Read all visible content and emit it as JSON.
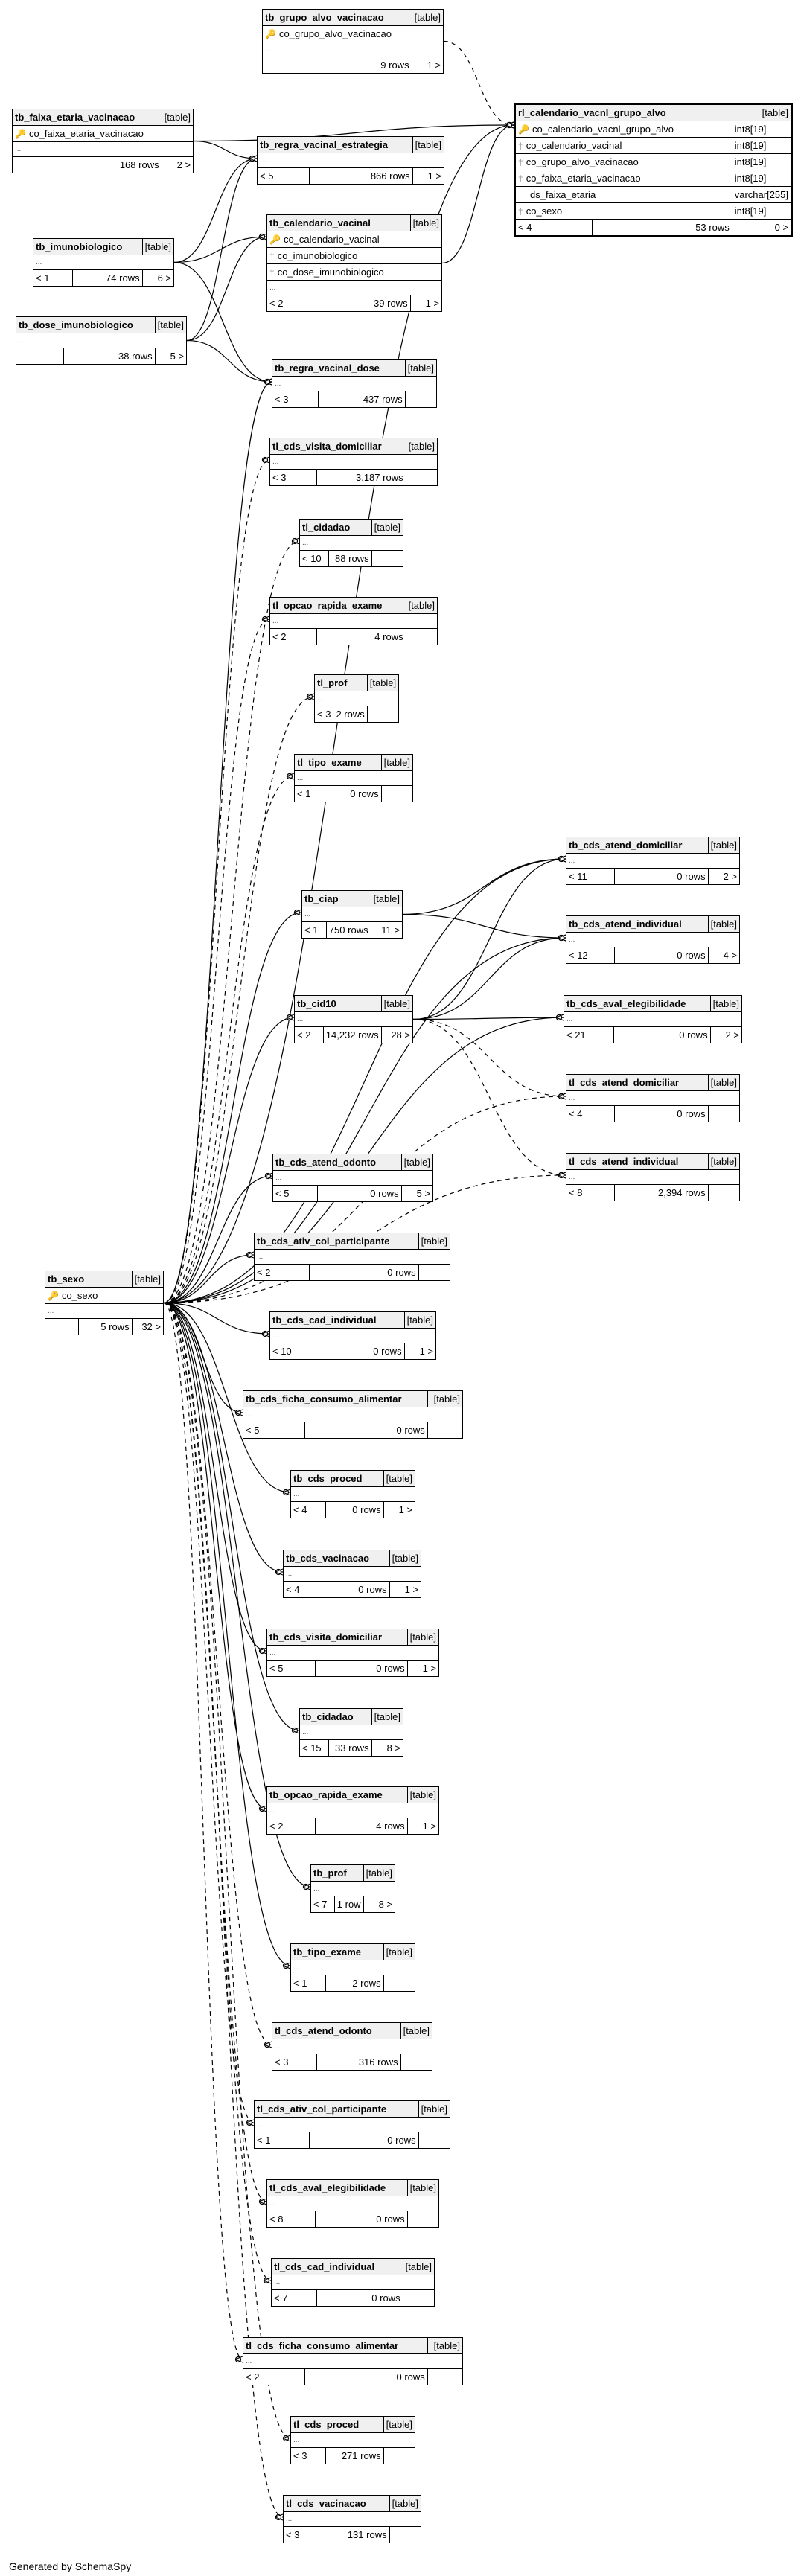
{
  "footer": "Generated by SchemaSpy",
  "type_label": "[table]",
  "tables": [
    {
      "id": "tb_grupo_alvo_vacinacao",
      "name": "tb_grupo_alvo_vacinacao",
      "columns": [
        {
          "name": "co_grupo_alvo_vacinacao",
          "key": "pk"
        }
      ],
      "dots": true,
      "footer": [
        "",
        "9 rows",
        "1 >"
      ]
    },
    {
      "id": "tb_faixa_etaria_vacinacao",
      "name": "tb_faixa_etaria_vacinacao",
      "columns": [
        {
          "name": "co_faixa_etaria_vacinacao",
          "key": "pk"
        }
      ],
      "dots": true,
      "footer": [
        "",
        "168 rows",
        "2 >"
      ]
    },
    {
      "id": "tb_regra_vacinal_estrategia",
      "name": "tb_regra_vacinal_estrategia",
      "columns": [],
      "dots": true,
      "footer": [
        "< 5",
        "866 rows",
        "1 >"
      ]
    },
    {
      "id": "rl_calendario_vacnl_grupo_alvo",
      "name": "rl_calendario_vacnl_grupo_alvo",
      "main": true,
      "columns": [
        {
          "name": "co_calendario_vacnl_grupo_alvo",
          "key": "pk",
          "type": "int8[19]"
        },
        {
          "name": "co_calendario_vacinal",
          "key": "fk",
          "type": "int8[19]"
        },
        {
          "name": "co_grupo_alvo_vacinacao",
          "key": "fk",
          "type": "int8[19]"
        },
        {
          "name": "co_faixa_etaria_vacinacao",
          "key": "fk",
          "type": "int8[19]"
        },
        {
          "name": "ds_faixa_etaria",
          "key": "",
          "type": "varchar[255]"
        },
        {
          "name": "co_sexo",
          "key": "fk",
          "type": "int8[19]"
        }
      ],
      "dots": false,
      "footer": [
        "< 4",
        "53 rows",
        "0 >"
      ]
    },
    {
      "id": "tb_calendario_vacinal",
      "name": "tb_calendario_vacinal",
      "columns": [
        {
          "name": "co_calendario_vacinal",
          "key": "pk"
        },
        {
          "name": "co_imunobiologico",
          "key": "fk"
        },
        {
          "name": "co_dose_imunobiologico",
          "key": "fk"
        }
      ],
      "dots": true,
      "footer": [
        "< 2",
        "39 rows",
        "1 >"
      ]
    },
    {
      "id": "tb_imunobiologico",
      "name": "tb_imunobiologico",
      "columns": [],
      "dots": true,
      "footer": [
        "< 1",
        "74 rows",
        "6 >"
      ]
    },
    {
      "id": "tb_dose_imunobiologico",
      "name": "tb_dose_imunobiologico",
      "columns": [],
      "dots": true,
      "footer": [
        "",
        "38 rows",
        "5 >"
      ]
    },
    {
      "id": "tb_regra_vacinal_dose",
      "name": "tb_regra_vacinal_dose",
      "columns": [],
      "dots": true,
      "footer": [
        "< 3",
        "437 rows",
        ""
      ]
    },
    {
      "id": "tl_cds_visita_domiciliar",
      "name": "tl_cds_visita_domiciliar",
      "columns": [],
      "dots": true,
      "footer": [
        "< 3",
        "3,187 rows",
        ""
      ]
    },
    {
      "id": "tl_cidadao",
      "name": "tl_cidadao",
      "columns": [],
      "dots": true,
      "footer": [
        "< 10",
        "88 rows",
        ""
      ]
    },
    {
      "id": "tl_opcao_rapida_exame",
      "name": "tl_opcao_rapida_exame",
      "columns": [],
      "dots": true,
      "footer": [
        "< 2",
        "4 rows",
        ""
      ]
    },
    {
      "id": "tl_prof",
      "name": "tl_prof",
      "columns": [],
      "dots": true,
      "footer": [
        "< 3",
        "2 rows",
        ""
      ]
    },
    {
      "id": "tl_tipo_exame",
      "name": "tl_tipo_exame",
      "columns": [],
      "dots": true,
      "footer": [
        "< 1",
        "0 rows",
        ""
      ]
    },
    {
      "id": "tb_cds_atend_domiciliar",
      "name": "tb_cds_atend_domiciliar",
      "columns": [],
      "dots": true,
      "footer": [
        "< 11",
        "0 rows",
        "2 >"
      ]
    },
    {
      "id": "tb_ciap",
      "name": "tb_ciap",
      "columns": [],
      "dots": true,
      "footer": [
        "< 1",
        "750 rows",
        "11 >"
      ]
    },
    {
      "id": "tb_cds_atend_individual",
      "name": "tb_cds_atend_individual",
      "columns": [],
      "dots": true,
      "footer": [
        "< 12",
        "0 rows",
        "4 >"
      ]
    },
    {
      "id": "tb_cid10",
      "name": "tb_cid10",
      "columns": [],
      "dots": true,
      "footer": [
        "< 2",
        "14,232 rows",
        "28 >"
      ]
    },
    {
      "id": "tb_cds_aval_elegibilidade",
      "name": "tb_cds_aval_elegibilidade",
      "columns": [],
      "dots": true,
      "footer": [
        "< 21",
        "0 rows",
        "2 >"
      ]
    },
    {
      "id": "tl_cds_atend_domiciliar",
      "name": "tl_cds_atend_domiciliar",
      "columns": [],
      "dots": true,
      "footer": [
        "< 4",
        "0 rows",
        ""
      ]
    },
    {
      "id": "tl_cds_atend_individual",
      "name": "tl_cds_atend_individual",
      "columns": [],
      "dots": true,
      "footer": [
        "< 8",
        "2,394 rows",
        ""
      ]
    },
    {
      "id": "tb_cds_atend_odonto",
      "name": "tb_cds_atend_odonto",
      "columns": [],
      "dots": true,
      "footer": [
        "< 5",
        "0 rows",
        "5 >"
      ]
    },
    {
      "id": "tb_cds_ativ_col_participante",
      "name": "tb_cds_ativ_col_participante",
      "columns": [],
      "dots": true,
      "footer": [
        "< 2",
        "0 rows",
        ""
      ]
    },
    {
      "id": "tb_sexo",
      "name": "tb_sexo",
      "columns": [
        {
          "name": "co_sexo",
          "key": "pk"
        }
      ],
      "dots": true,
      "footer": [
        "",
        "5 rows",
        "32 >"
      ]
    },
    {
      "id": "tb_cds_cad_individual",
      "name": "tb_cds_cad_individual",
      "columns": [],
      "dots": true,
      "footer": [
        "< 10",
        "0 rows",
        "1 >"
      ]
    },
    {
      "id": "tb_cds_ficha_consumo_alimentar",
      "name": "tb_cds_ficha_consumo_alimentar",
      "columns": [],
      "dots": true,
      "footer": [
        "< 5",
        "0 rows",
        ""
      ]
    },
    {
      "id": "tb_cds_proced",
      "name": "tb_cds_proced",
      "columns": [],
      "dots": true,
      "footer": [
        "< 4",
        "0 rows",
        "1 >"
      ]
    },
    {
      "id": "tb_cds_vacinacao",
      "name": "tb_cds_vacinacao",
      "columns": [],
      "dots": true,
      "footer": [
        "< 4",
        "0 rows",
        "1 >"
      ]
    },
    {
      "id": "tb_cds_visita_domiciliar",
      "name": "tb_cds_visita_domiciliar",
      "columns": [],
      "dots": true,
      "footer": [
        "< 5",
        "0 rows",
        "1 >"
      ]
    },
    {
      "id": "tb_cidadao",
      "name": "tb_cidadao",
      "columns": [],
      "dots": true,
      "footer": [
        "< 15",
        "33 rows",
        "8 >"
      ]
    },
    {
      "id": "tb_opcao_rapida_exame",
      "name": "tb_opcao_rapida_exame",
      "columns": [],
      "dots": true,
      "footer": [
        "< 2",
        "4 rows",
        "1 >"
      ]
    },
    {
      "id": "tb_prof",
      "name": "tb_prof",
      "columns": [],
      "dots": true,
      "footer": [
        "< 7",
        "1 row",
        "8 >"
      ]
    },
    {
      "id": "tb_tipo_exame",
      "name": "tb_tipo_exame",
      "columns": [],
      "dots": true,
      "footer": [
        "< 1",
        "2 rows",
        ""
      ]
    },
    {
      "id": "tl_cds_atend_odonto",
      "name": "tl_cds_atend_odonto",
      "columns": [],
      "dots": true,
      "footer": [
        "< 3",
        "316 rows",
        ""
      ]
    },
    {
      "id": "tl_cds_ativ_col_participante",
      "name": "tl_cds_ativ_col_participante",
      "columns": [],
      "dots": true,
      "footer": [
        "< 1",
        "0 rows",
        ""
      ]
    },
    {
      "id": "tl_cds_aval_elegibilidade",
      "name": "tl_cds_aval_elegibilidade",
      "columns": [],
      "dots": true,
      "footer": [
        "< 8",
        "0 rows",
        ""
      ]
    },
    {
      "id": "tl_cds_cad_individual",
      "name": "tl_cds_cad_individual",
      "columns": [],
      "dots": true,
      "footer": [
        "< 7",
        "0 rows",
        ""
      ]
    },
    {
      "id": "tl_cds_ficha_consumo_alimentar",
      "name": "tl_cds_ficha_consumo_alimentar",
      "columns": [],
      "dots": true,
      "footer": [
        "< 2",
        "0 rows",
        ""
      ]
    },
    {
      "id": "tl_cds_proced",
      "name": "tl_cds_proced",
      "columns": [],
      "dots": true,
      "footer": [
        "< 3",
        "271 rows",
        ""
      ]
    },
    {
      "id": "tl_cds_vacinacao",
      "name": "tl_cds_vacinacao",
      "columns": [],
      "dots": true,
      "footer": [
        "< 3",
        "131 rows",
        ""
      ]
    }
  ],
  "relations": [
    {
      "from": "tb_grupo_alvo_vacinacao",
      "to": "rl_calendario_vacnl_grupo_alvo",
      "style": "dashed"
    },
    {
      "from": "tb_faixa_etaria_vacinacao",
      "to": "rl_calendario_vacnl_grupo_alvo",
      "style": "solid"
    },
    {
      "from": "tb_faixa_etaria_vacinacao",
      "to": "tb_regra_vacinal_estrategia",
      "style": "solid"
    },
    {
      "from": "tb_calendario_vacinal",
      "to": "rl_calendario_vacnl_grupo_alvo",
      "style": "solid"
    },
    {
      "from": "tb_imunobiologico",
      "to": "tb_calendario_vacinal",
      "style": "solid"
    },
    {
      "from": "tb_imunobiologico",
      "to": "tb_regra_vacinal_estrategia",
      "style": "solid"
    },
    {
      "from": "tb_imunobiologico",
      "to": "tb_regra_vacinal_dose",
      "style": "solid"
    },
    {
      "from": "tb_dose_imunobiologico",
      "to": "tb_calendario_vacinal",
      "style": "solid"
    },
    {
      "from": "tb_dose_imunobiologico",
      "to": "tb_regra_vacinal_dose",
      "style": "solid"
    },
    {
      "from": "tb_dose_imunobiologico",
      "to": "tb_regra_vacinal_estrategia",
      "style": "solid"
    },
    {
      "from": "tb_sexo",
      "to": "rl_calendario_vacnl_grupo_alvo",
      "style": "solid"
    },
    {
      "from": "tb_sexo",
      "to": "tb_regra_vacinal_dose",
      "style": "solid"
    },
    {
      "from": "tb_sexo",
      "to": "tl_cds_visita_domiciliar",
      "style": "dashed"
    },
    {
      "from": "tb_sexo",
      "to": "tl_cidadao",
      "style": "dashed"
    },
    {
      "from": "tb_sexo",
      "to": "tl_opcao_rapida_exame",
      "style": "dashed"
    },
    {
      "from": "tb_sexo",
      "to": "tl_prof",
      "style": "dashed"
    },
    {
      "from": "tb_sexo",
      "to": "tl_tipo_exame",
      "style": "dashed"
    },
    {
      "from": "tb_sexo",
      "to": "tb_cds_atend_domiciliar",
      "style": "solid"
    },
    {
      "from": "tb_sexo",
      "to": "tb_ciap",
      "style": "solid"
    },
    {
      "from": "tb_sexo",
      "to": "tb_cds_atend_individual",
      "style": "solid"
    },
    {
      "from": "tb_sexo",
      "to": "tb_cid10",
      "style": "solid"
    },
    {
      "from": "tb_sexo",
      "to": "tb_cds_aval_elegibilidade",
      "style": "solid"
    },
    {
      "from": "tb_sexo",
      "to": "tl_cds_atend_domiciliar",
      "style": "dashed"
    },
    {
      "from": "tb_sexo",
      "to": "tl_cds_atend_individual",
      "style": "dashed"
    },
    {
      "from": "tb_ciap",
      "to": "tb_cds_atend_domiciliar",
      "style": "solid"
    },
    {
      "from": "tb_ciap",
      "to": "tb_cds_atend_individual",
      "style": "solid"
    },
    {
      "from": "tb_cid10",
      "to": "tb_cds_atend_domiciliar",
      "style": "solid"
    },
    {
      "from": "tb_cid10",
      "to": "tb_cds_atend_individual",
      "style": "solid"
    },
    {
      "from": "tb_cid10",
      "to": "tb_cds_aval_elegibilidade",
      "style": "solid"
    },
    {
      "from": "tb_cid10",
      "to": "tl_cds_atend_domiciliar",
      "style": "dashed"
    },
    {
      "from": "tb_cid10",
      "to": "tl_cds_atend_individual",
      "style": "dashed"
    },
    {
      "from": "tb_sexo",
      "to": "tb_cds_atend_odonto",
      "style": "solid"
    },
    {
      "from": "tb_sexo",
      "to": "tb_cds_ativ_col_participante",
      "style": "solid"
    },
    {
      "from": "tb_sexo",
      "to": "tb_cds_cad_individual",
      "style": "solid"
    },
    {
      "from": "tb_sexo",
      "to": "tb_cds_ficha_consumo_alimentar",
      "style": "solid"
    },
    {
      "from": "tb_sexo",
      "to": "tb_cds_proced",
      "style": "solid"
    },
    {
      "from": "tb_sexo",
      "to": "tb_cds_vacinacao",
      "style": "solid"
    },
    {
      "from": "tb_sexo",
      "to": "tb_cds_visita_domiciliar",
      "style": "solid"
    },
    {
      "from": "tb_sexo",
      "to": "tb_cidadao",
      "style": "solid"
    },
    {
      "from": "tb_sexo",
      "to": "tb_opcao_rapida_exame",
      "style": "solid"
    },
    {
      "from": "tb_sexo",
      "to": "tb_prof",
      "style": "solid"
    },
    {
      "from": "tb_sexo",
      "to": "tb_tipo_exame",
      "style": "solid"
    },
    {
      "from": "tb_sexo",
      "to": "tl_cds_atend_odonto",
      "style": "dashed"
    },
    {
      "from": "tb_sexo",
      "to": "tl_cds_ativ_col_participante",
      "style": "dashed"
    },
    {
      "from": "tb_sexo",
      "to": "tl_cds_aval_elegibilidade",
      "style": "dashed"
    },
    {
      "from": "tb_sexo",
      "to": "tl_cds_cad_individual",
      "style": "dashed"
    },
    {
      "from": "tb_sexo",
      "to": "tl_cds_ficha_consumo_alimentar",
      "style": "dashed"
    },
    {
      "from": "tb_sexo",
      "to": "tl_cds_proced",
      "style": "dashed"
    },
    {
      "from": "tb_sexo",
      "to": "tl_cds_vacinacao",
      "style": "dashed"
    }
  ]
}
